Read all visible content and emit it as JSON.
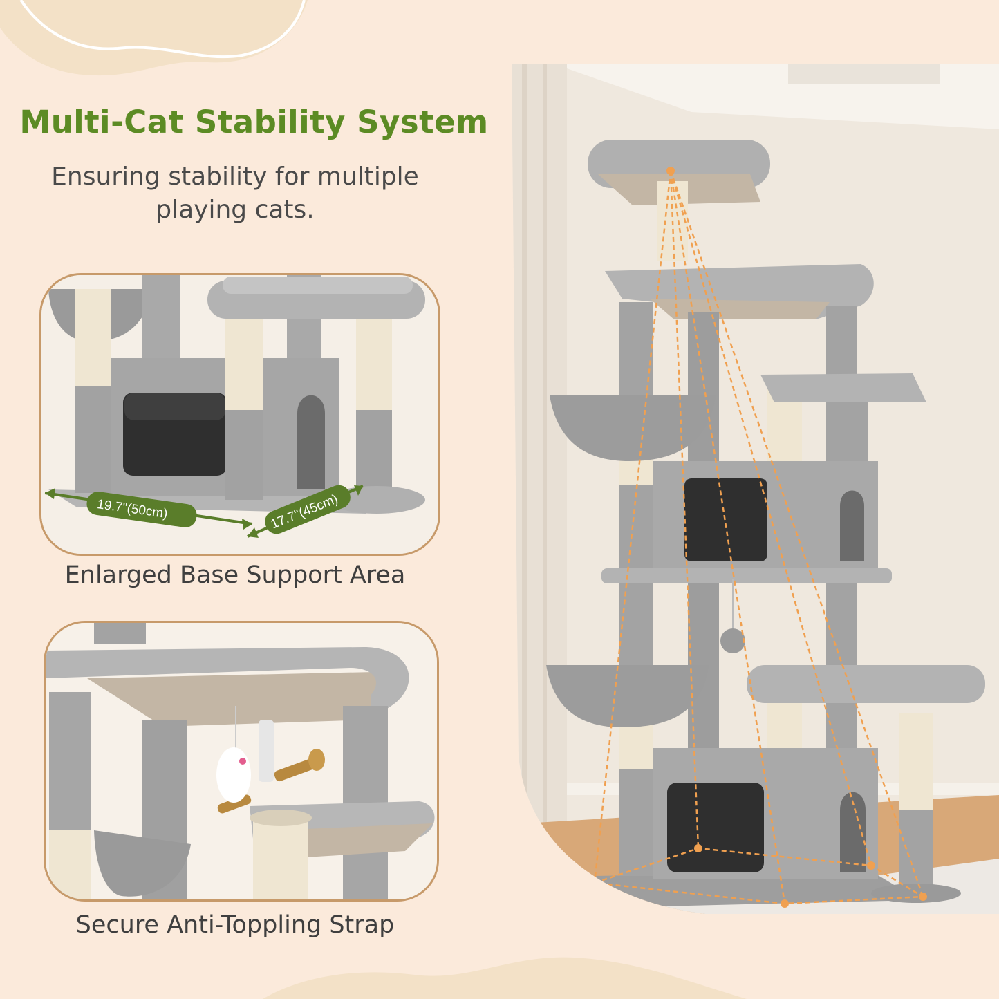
{
  "header": {
    "title": "Multi-Cat Stability System",
    "subtitle_line1": "Ensuring stability for multiple",
    "subtitle_line2": "playing cats."
  },
  "panels": [
    {
      "caption": "Enlarged Base Support Area",
      "dimension_width": "19.7\"(50cm)",
      "dimension_depth": "17.7\"(45cm)"
    },
    {
      "caption": "Secure Anti-Toppling Strap"
    }
  ],
  "colors": {
    "background": "#fbeadb",
    "title_green": "#5c8b24",
    "dimension_green": "#5a7d2a",
    "panel_border": "#c79a6a",
    "plush_gray": "#a8a8a8",
    "sisal": "#efe6d2",
    "guide_orange": "#f0a050"
  },
  "icons": [
    "cat-tree-illustration",
    "dimension-arrow",
    "screw-icon",
    "toy-mouse-icon"
  ]
}
